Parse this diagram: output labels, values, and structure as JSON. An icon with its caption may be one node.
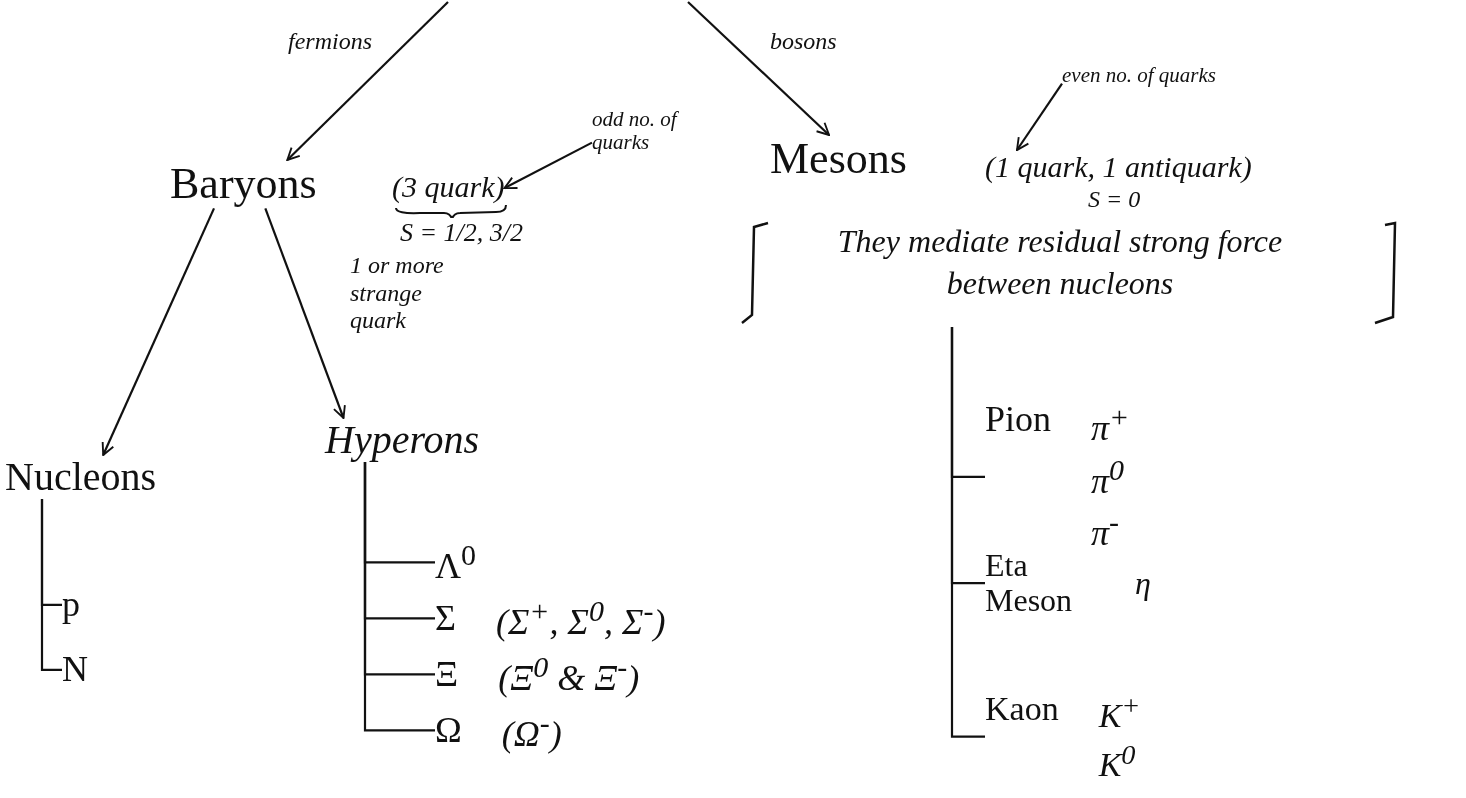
{
  "diagram": {
    "nodes": [
      {
        "text": [
          "Baryons"
        ]
      },
      {
        "text": [
          "(3 quark)"
        ]
      },
      {
        "text": [
          "odd no. of quarks"
        ]
      },
      {
        "text": [
          "Mesons",
          "They mediate residual strong force between nucleons"
        ]
      },
      {
        "text": [
          "(1 quark, 1 antiquark)"
        ],
        "in": 3
      },
      {
        "text": [
          "even no. of quarks"
        ]
      },
      {
        "text": [
          "Nucleons"
        ]
      },
      {
        "text": [
          "Hyperons"
        ]
      },
      {
        "text": [
          "p"
        ]
      },
      {
        "text": [
          "N"
        ]
      },
      {
        "text": [
          "Λ$^{0}$"
        ]
      },
      {
        "text": [
          "Σ"
        ],
        "beside": [
          "(Σ$^{+}$, Σ$^{0}$, Σ$^{-}$)"
        ]
      },
      {
        "text": [
          "Ξ"
        ],
        "beside": [
          "(Ξ$^{0}$ & Ξ$^{-}$)"
        ]
      },
      {
        "text": [
          "Ω"
        ],
        "beside": [
          "(Ω$^{-}$)"
        ]
      },
      {
        "text": [
          "Pion"
        ],
        "beside": [
          "π$^{+}$",
          "π$^{0}$",
          "π$^{-}$"
        ]
      },
      {
        "text": [
          "Eta Meson"
        ],
        "beside": [
          "η"
        ]
      },
      {
        "text": [
          "Kaon"
        ],
        "beside": [
          "K$^{+}$",
          "K$^{0}$"
        ]
      }
    ],
    "edges": [
      {
        "from": null,
        "to": 0,
        "arrow": "to",
        "label": "fermions"
      },
      {
        "from": null,
        "to": 3,
        "arrow": "to",
        "label": "bosons"
      },
      {
        "from": 0,
        "to": 6,
        "arrow": "to"
      },
      {
        "from": 0,
        "to": 7,
        "arrow": "to",
        "label": "1 or more strange quark"
      },
      {
        "from": 2,
        "to": 1,
        "arrow": "to"
      },
      {
        "from": 5,
        "to": 4,
        "arrow": "to"
      },
      {
        "from": 6,
        "to": 8,
        "arrow": "none"
      },
      {
        "from": 6,
        "to": 9,
        "arrow": "none"
      },
      {
        "from": 7,
        "to": 10,
        "arrow": "none"
      },
      {
        "from": 7,
        "to": 11,
        "arrow": "none"
      },
      {
        "from": 7,
        "to": 12,
        "arrow": "none"
      },
      {
        "from": 7,
        "to": 13,
        "arrow": "none"
      },
      {
        "from": 3,
        "to": 14,
        "arrow": "none"
      },
      {
        "from": 3,
        "to": 15,
        "arrow": "none"
      },
      {
        "from": 3,
        "to": 16,
        "arrow": "none"
      }
    ],
    "labels": [
      "S = 1/2, 3/2",
      "S = 0"
    ]
  }
}
